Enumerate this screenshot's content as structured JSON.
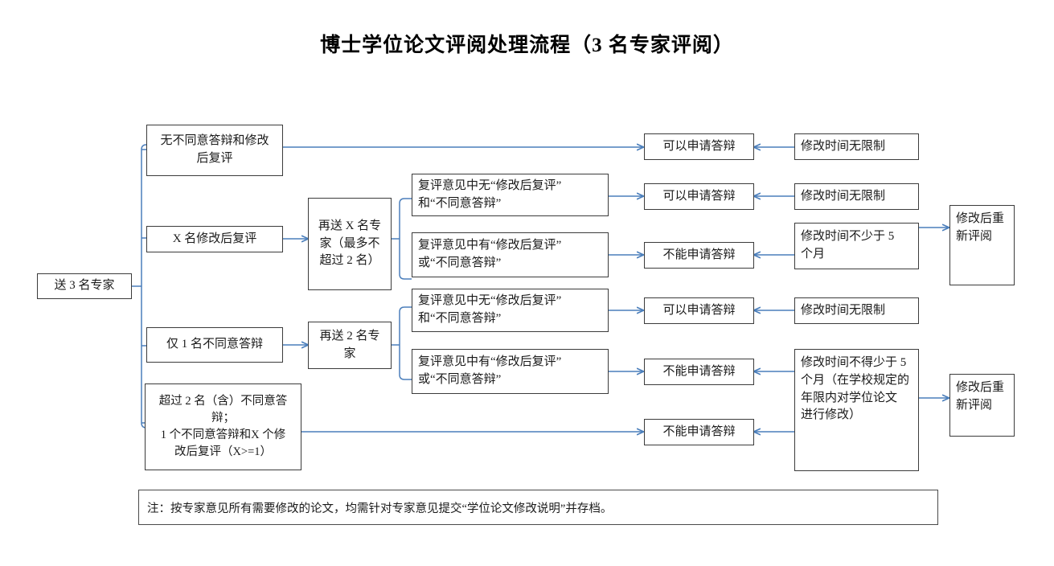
{
  "title": "博士学位论文评阅处理流程（3 名专家评阅）",
  "colors": {
    "connector": "#4a7ebb",
    "box_border": "#3b3b3b",
    "text": "#1a1a1a",
    "background": "#ffffff"
  },
  "nodes": {
    "start": {
      "label": "送 3 名专家"
    },
    "branch_no_objection": {
      "label": "无不同意答辩和修改\n后复评"
    },
    "branch_x_revise": {
      "label": "X 名修改后复评"
    },
    "branch_one_objection": {
      "label": "仅 1 名不同意答辩"
    },
    "branch_two_or_more": {
      "label": "超过 2 名（含）不同意答\n辩；\n1 个不同意答辩和X 个修\n改后复评（X>=1）"
    },
    "resend_x": {
      "label": "再送 X 名专\n家（最多不\n超过 2 名）"
    },
    "resend_two": {
      "label": "再送 2 名专\n家"
    },
    "cond_x_none": {
      "label": "复评意见中无“修改后复评”\n和“不同意答辩”"
    },
    "cond_x_some": {
      "label": "复评意见中有“修改后复评”\n或“不同意答辩”"
    },
    "cond_two_none": {
      "label": "复评意见中无“修改后复评”\n和“不同意答辩”"
    },
    "cond_two_some": {
      "label": "复评意见中有“修改后复评”\n或“不同意答辩”"
    },
    "result_allow_1": {
      "label": "可以申请答辩"
    },
    "result_allow_2": {
      "label": "可以申请答辩"
    },
    "result_allow_3": {
      "label": "可以申请答辩"
    },
    "result_deny_1": {
      "label": "不能申请答辩"
    },
    "result_deny_2": {
      "label": "不能申请答辩"
    },
    "result_deny_3": {
      "label": "不能申请答辩"
    },
    "time_unlimited_1": {
      "label": "修改时间无限制"
    },
    "time_unlimited_2": {
      "label": "修改时间无限制"
    },
    "time_unlimited_3": {
      "label": "修改时间无限制"
    },
    "time_min5_1": {
      "label": "修改时间不少于 5\n个月"
    },
    "time_min5_2": {
      "label": "修改时间不得少于 5\n个月（在学校规定的\n年限内对学位论文\n进行修改）"
    },
    "rereview_1": {
      "label": "修改后重\n新评阅"
    },
    "rereview_2": {
      "label": "修改后重\n新评阅"
    }
  },
  "note": {
    "text": "注：按专家意见所有需要修改的论文，均需针对专家意见提交“学位论文修改说明”并存档。"
  }
}
